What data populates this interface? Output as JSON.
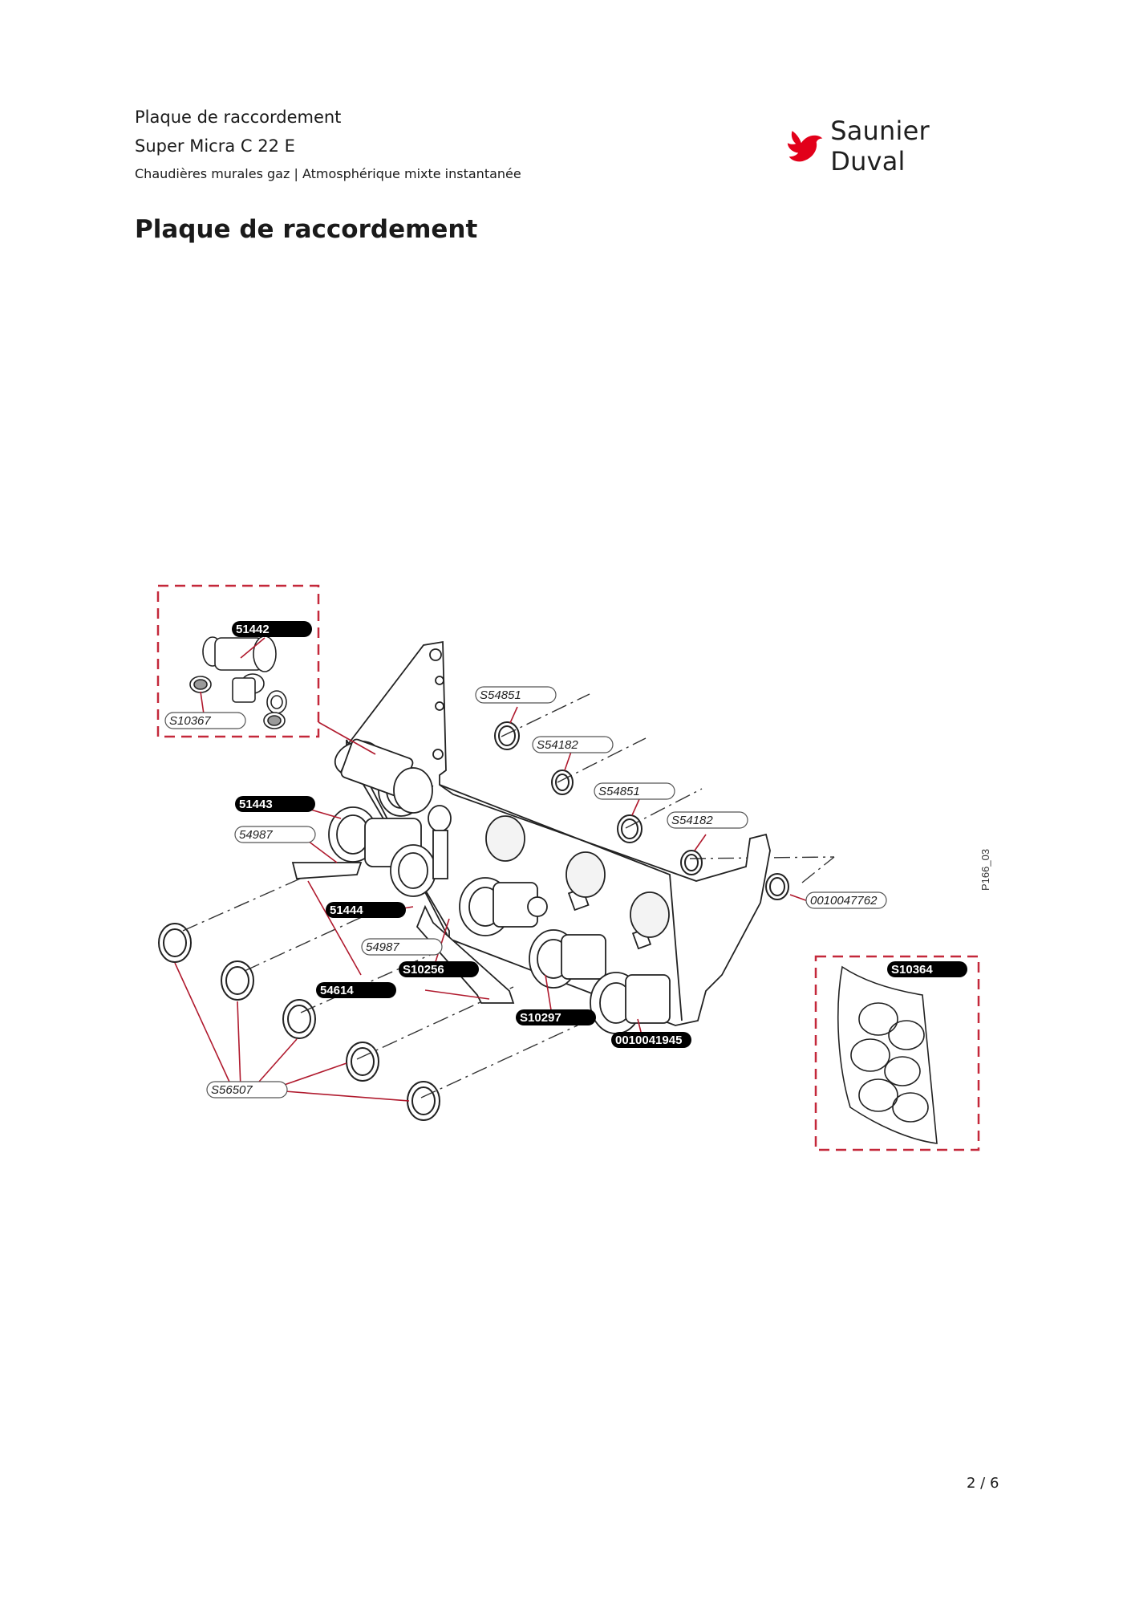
{
  "header": {
    "title": "Plaque de raccordement",
    "model": "Super Micra C 22 E",
    "subtitle": "Chaudières murales gaz | Atmosphérique mixte instantanée"
  },
  "brand": {
    "name": "Saunier Duval",
    "accent": "#e2001a",
    "logo_icon": "bird-icon"
  },
  "page_title": "Plaque de raccordement",
  "diagram": {
    "reference": "P166_03",
    "labels": {
      "l51442": "51442",
      "l10367": "S10367",
      "l54851a": "S54851",
      "l54182a": "S54182",
      "l54851b": "S54851",
      "l54182b": "S54182",
      "l51443": "51443",
      "l54987a": "54987",
      "l0010047762": "0010047762",
      "l51444": "51444",
      "l54987b": "54987",
      "l10256": "S10256",
      "l10364": "S10364",
      "l54614": "54614",
      "l10297": "S10297",
      "l0010041945": "0010041945",
      "l56507": "S56507"
    },
    "colors": {
      "leader": "#b01a2e",
      "frame": "#c4283a",
      "line": "#222222"
    }
  },
  "footer": {
    "page": "2 / 6"
  }
}
